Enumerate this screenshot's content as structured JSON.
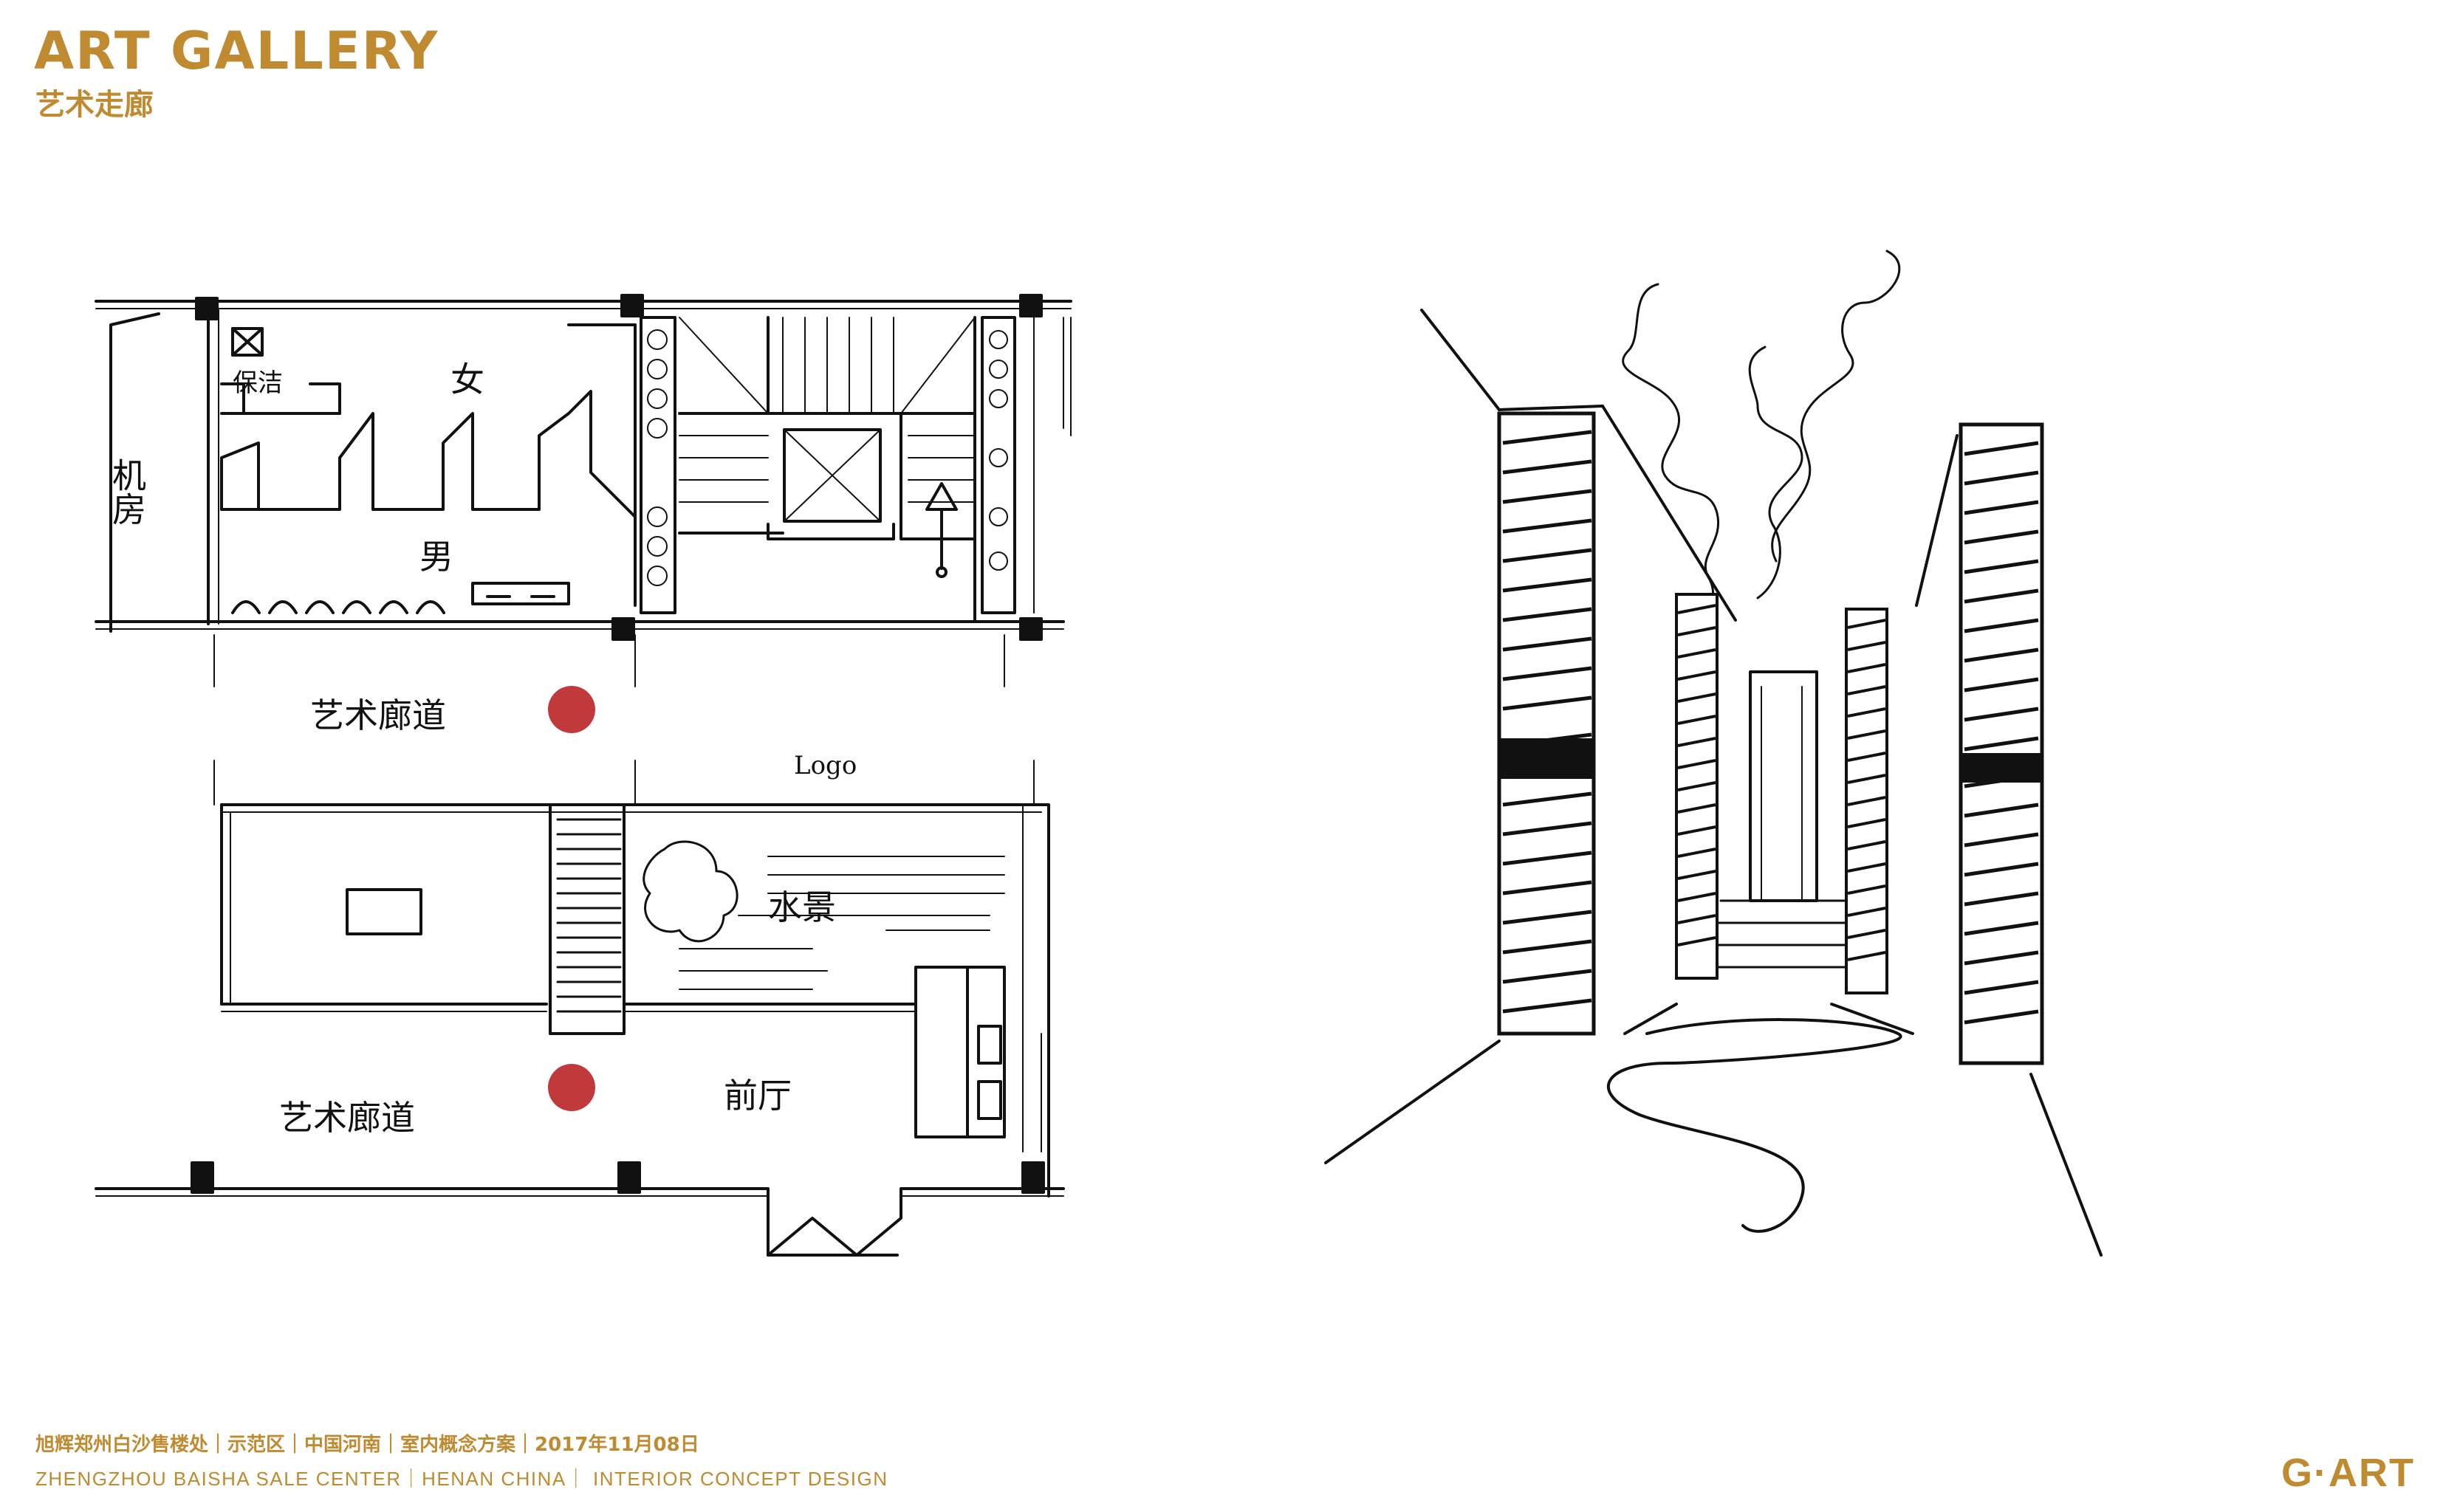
{
  "header": {
    "title_en": "ART GALLERY",
    "title_cn": "艺术走廊"
  },
  "footer": {
    "line_cn": "旭辉郑州白沙售楼处｜示范区｜中国河南｜室内概念方案｜2017年11月08日",
    "line_en": "ZHENGZHOU BAISHA SALE CENTER｜HENAN CHINA｜ INTERIOR  CONCEPT DESIGN",
    "brand": "G·ART"
  },
  "sketch_labels": {
    "machine_room": "机房",
    "cleaning": "保洁",
    "women": "女",
    "men": "男",
    "corridor_upper": "艺术廊道",
    "corridor_lower": "艺术廊道",
    "logo": "Logo",
    "water_feature": "水景",
    "front_desk": "前厅"
  },
  "colors": {
    "accent": "#bf8a30",
    "marker": "#c0393b",
    "ink": "#111111"
  }
}
